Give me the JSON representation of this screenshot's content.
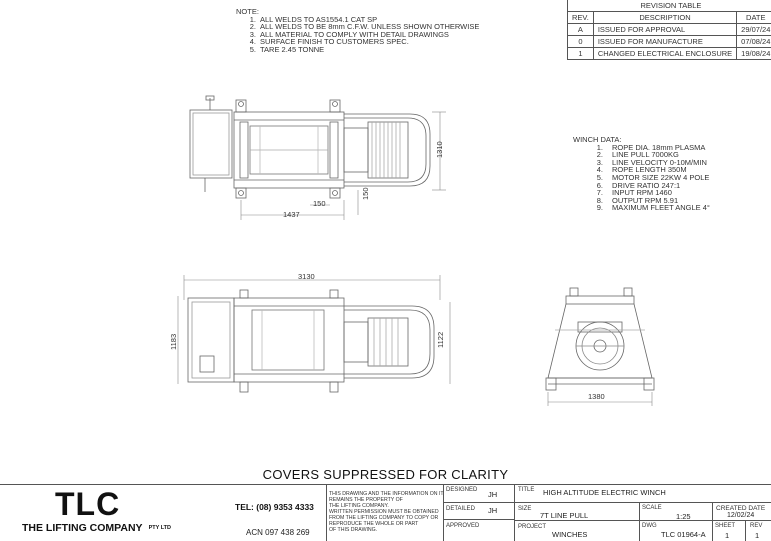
{
  "notes": {
    "heading": "NOTE:",
    "items": [
      {
        "n": "1.",
        "text": "ALL WELDS TO AS1554.1 CAT SP"
      },
      {
        "n": "2.",
        "text": "ALL WELDS TO BE 8mm C.F.W. UNLESS SHOWN OTHERWISE"
      },
      {
        "n": "3.",
        "text": "ALL MATERIAL TO COMPLY WITH DETAIL DRAWINGS"
      },
      {
        "n": "4.",
        "text": "SURFACE FINISH TO CUSTOMERS SPEC."
      },
      {
        "n": "5.",
        "text": "TARE 2.45 TONNE"
      }
    ]
  },
  "revision_table": {
    "title": "REVISION TABLE",
    "headers": [
      "REV.",
      "DESCRIPTION",
      "DATE"
    ],
    "rows": [
      [
        "A",
        "ISSUED FOR APPROVAL",
        "29/07/24"
      ],
      [
        "0",
        "ISSUED FOR MANUFACTURE",
        "07/08/24"
      ],
      [
        "1",
        "CHANGED ELECTRICAL ENCLOSURE",
        "19/08/24"
      ]
    ]
  },
  "winch_data": {
    "heading": "WINCH DATA:",
    "items": [
      {
        "n": "1.",
        "text": "ROPE DIA. 18mm PLASMA"
      },
      {
        "n": "2.",
        "text": "LINE PULL 7000KG"
      },
      {
        "n": "3.",
        "text": "LINE VELOCITY 0-10M/MIN"
      },
      {
        "n": "4.",
        "text": "ROPE LENGTH 350M"
      },
      {
        "n": "5.",
        "text": "MOTOR SIZE 22KW 4 POLE"
      },
      {
        "n": "6.",
        "text": "DRIVE RATIO 247:1"
      },
      {
        "n": "7.",
        "text": "INPUT RPM 1460"
      },
      {
        "n": "8.",
        "text": "OUTPUT RPM 5.91"
      },
      {
        "n": "9.",
        "text": "MAXIMUM FLEET ANGLE 4°"
      }
    ]
  },
  "dimensions": {
    "top_width": "1437",
    "top_height": "1310",
    "top_offset_a": "150",
    "top_offset_b": "150",
    "side_length": "3130",
    "side_height": "1183",
    "side_drum_height": "1122",
    "end_width": "1380"
  },
  "covers_note": "COVERS SUPPRESSED FOR CLARITY",
  "title_block": {
    "logo": "TLC",
    "company": "THE LIFTING COMPANY",
    "company_suffix": "PTY LTD",
    "tel": "TEL: (08) 9353 4333",
    "acn": "ACN 097 438 269",
    "disclaimer": [
      "THIS DRAWING AND THE INFORMATION ON IT",
      "REMAINS THE PROPERTY OF",
      "THE LIFTING COMPANY.",
      "WRITTEN PERMISSION MUST BE OBTAINED",
      "FROM THE LIFTING COMPANY TO COPY OR",
      "REPRODUCE THE WHOLE OR PART",
      "OF THIS DRAWING."
    ],
    "designed_label": "DESIGNED",
    "designed_value": "JH",
    "detailed_label": "DETAILED",
    "detailed_value": "JH",
    "approved_label": "APPROVED",
    "title_label": "TITLE",
    "title_value": "HIGH ALTITUDE ELECTRIC WINCH",
    "size_label": "SIZE",
    "size_value": "7T LINE PULL",
    "project_label": "PROJECT",
    "project_value": "WINCHES",
    "scale_label": "SCALE",
    "scale_value": "1:25",
    "created_label": "CREATED DATE",
    "created_value": "12/02/24",
    "dwg_label": "DWG",
    "dwg_value": "TLC 01964-A",
    "sheet_label": "SHEET",
    "sheet_value": "1",
    "rev_label": "REV",
    "rev_value": "1"
  }
}
